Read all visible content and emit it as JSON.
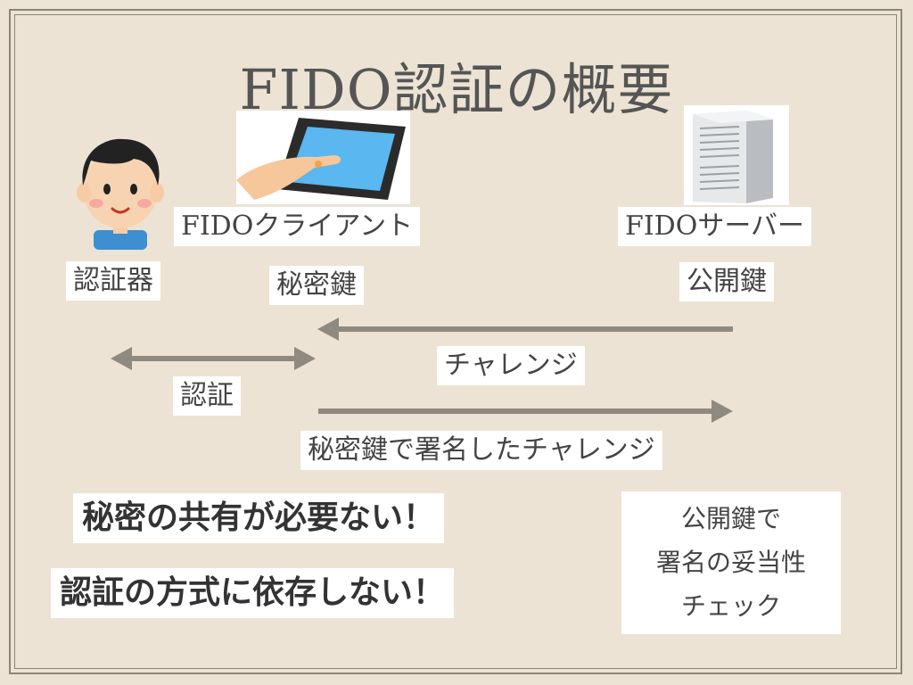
{
  "title": "FIDO認証の概要",
  "labels": {
    "authenticator": "認証器",
    "client": "FIDOクライアント",
    "server": "FIDOサーバー",
    "private_key": "秘密鍵",
    "public_key": "公開鍵",
    "challenge": "チャレンジ",
    "auth": "認証",
    "signed_challenge": "秘密鍵で署名したチャレンジ"
  },
  "callouts": {
    "no_secret_sharing": "秘密の共有が必要ない！",
    "method_independent": "認証の方式に依存しない！"
  },
  "check_box": {
    "lines": [
      "公開鍵で",
      "署名の妥当性",
      "チェック"
    ]
  },
  "icons": {
    "person": "person-illustration",
    "tablet": "tablet-touch-illustration",
    "server": "server-tower-illustration"
  },
  "colors": {
    "background": "#ece3d4",
    "arrow": "#8f8a7f",
    "label_bg": "#ffffff"
  }
}
